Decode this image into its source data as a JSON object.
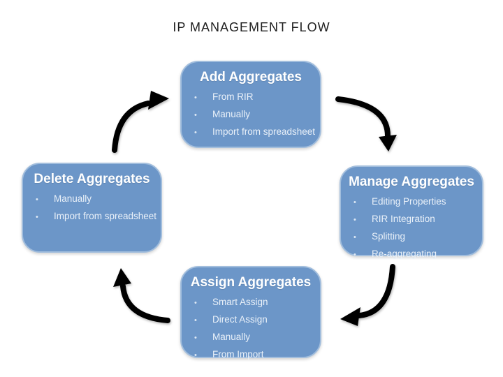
{
  "title": "IP MANAGEMENT FLOW",
  "bullet_char": "•",
  "colors": {
    "background": "#FFFFFF",
    "node_fill": "#6C96C8",
    "node_border": "#A2BEDD",
    "heading_text": "#FFFFFF",
    "bullet_text": "#EAF1F9",
    "arrow": "#000000",
    "title_text": "#202020"
  },
  "nodes": [
    {
      "id": "add",
      "heading": "Add Aggregates",
      "items": [
        "From RIR",
        "Manually",
        "Import from spreadsheet"
      ]
    },
    {
      "id": "manage",
      "heading": "Manage Aggregates",
      "items": [
        "Editing Properties",
        "RIR Integration",
        "Splitting",
        "Re-aggregating"
      ]
    },
    {
      "id": "assign",
      "heading": "Assign Aggregates",
      "items": [
        "Smart Assign",
        "Direct Assign",
        "Manually",
        "From Import"
      ]
    },
    {
      "id": "delete",
      "heading": "Delete Aggregates",
      "items": [
        "Manually",
        "Import from spreadsheet"
      ]
    }
  ],
  "arrows": [
    {
      "name": "add-to-manage"
    },
    {
      "name": "manage-to-assign"
    },
    {
      "name": "assign-to-delete"
    },
    {
      "name": "delete-to-add"
    }
  ]
}
